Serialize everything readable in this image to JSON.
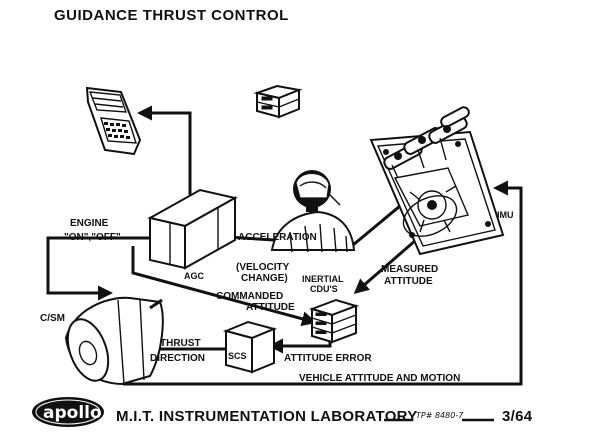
{
  "title": "GUIDANCE THRUST CONTROL",
  "labels": {
    "engine": "ENGINE",
    "on_off": "\"ON\",\"OFF\"",
    "agc": "AGC",
    "acceleration": "ACCELERATION",
    "velocity_change_1": "(VELOCITY",
    "velocity_change_2": "CHANGE)",
    "commanded_attitude_1": "COMMANDED",
    "commanded_attitude_2": "ATTITUDE",
    "inertial_1": "INERTIAL",
    "inertial_2": "CDU'S",
    "measured_attitude_1": "MEASURED",
    "measured_attitude_2": "ATTITUDE",
    "imu": "IMU",
    "csm": "C/SM",
    "thrust_1": "THRUST",
    "thrust_2": "DIRECTION",
    "scs": "SCS",
    "attitude_error": "ATTITUDE ERROR",
    "vehicle_attitude": "VEHICLE ATTITUDE AND MOTION"
  },
  "footer": {
    "logo": "apollo",
    "lab": "M.I.T. INSTRUMENTATION LABORATORY",
    "ref": "TP# 8480-7",
    "date": "3/64"
  },
  "icons": [
    "dsky-keyboard-icon",
    "electronics-module-icon",
    "astronaut-icon",
    "imu-gimbal-icon",
    "csm-engine-bell-icon",
    "apollo-logo-icon"
  ]
}
